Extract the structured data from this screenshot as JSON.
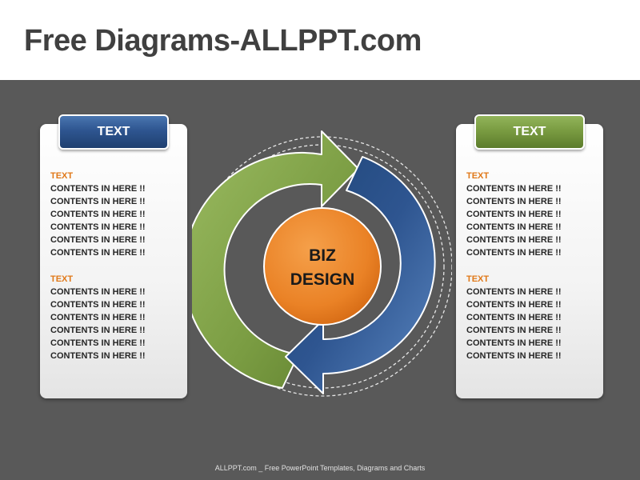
{
  "header": {
    "title": "Free Diagrams-ALLPPT.com"
  },
  "left_panel": {
    "tab_label": "TEXT",
    "blocks": [
      {
        "heading": "TEXT",
        "lines": [
          "CONTENTS IN HERE !!",
          "CONTENTS IN HERE !!",
          "CONTENTS IN HERE !!",
          "CONTENTS IN HERE !!",
          "CONTENTS IN HERE !!",
          "CONTENTS IN HERE !!"
        ]
      },
      {
        "heading": "TEXT",
        "lines": [
          "CONTENTS IN HERE !!",
          "CONTENTS IN HERE !!",
          "CONTENTS IN HERE !!",
          "CONTENTS IN HERE !!",
          "CONTENTS IN HERE !!",
          "CONTENTS IN HERE !!"
        ]
      }
    ]
  },
  "right_panel": {
    "tab_label": "TEXT",
    "blocks": [
      {
        "heading": "TEXT",
        "lines": [
          "CONTENTS IN HERE !!",
          "CONTENTS IN HERE !!",
          "CONTENTS IN HERE !!",
          "CONTENTS IN HERE !!",
          "CONTENTS IN HERE !!",
          "CONTENTS IN HERE !!"
        ]
      },
      {
        "heading": "TEXT",
        "lines": [
          "CONTENTS IN HERE !!",
          "CONTENTS IN HERE !!",
          "CONTENTS IN HERE !!",
          "CONTENTS IN HERE !!",
          "CONTENTS IN HERE !!",
          "CONTENTS IN HERE !!"
        ]
      }
    ]
  },
  "center": {
    "line1": "BIZ",
    "line2": "DESIGN"
  },
  "footer": {
    "text": "ALLPPT.com _ Free PowerPoint Templates, Diagrams and Charts"
  },
  "colors": {
    "background": "#595959",
    "accent_blue": "#2e5590",
    "accent_green": "#7a9c42",
    "accent_orange": "#ec8a2c",
    "heading_orange": "#e07818"
  }
}
